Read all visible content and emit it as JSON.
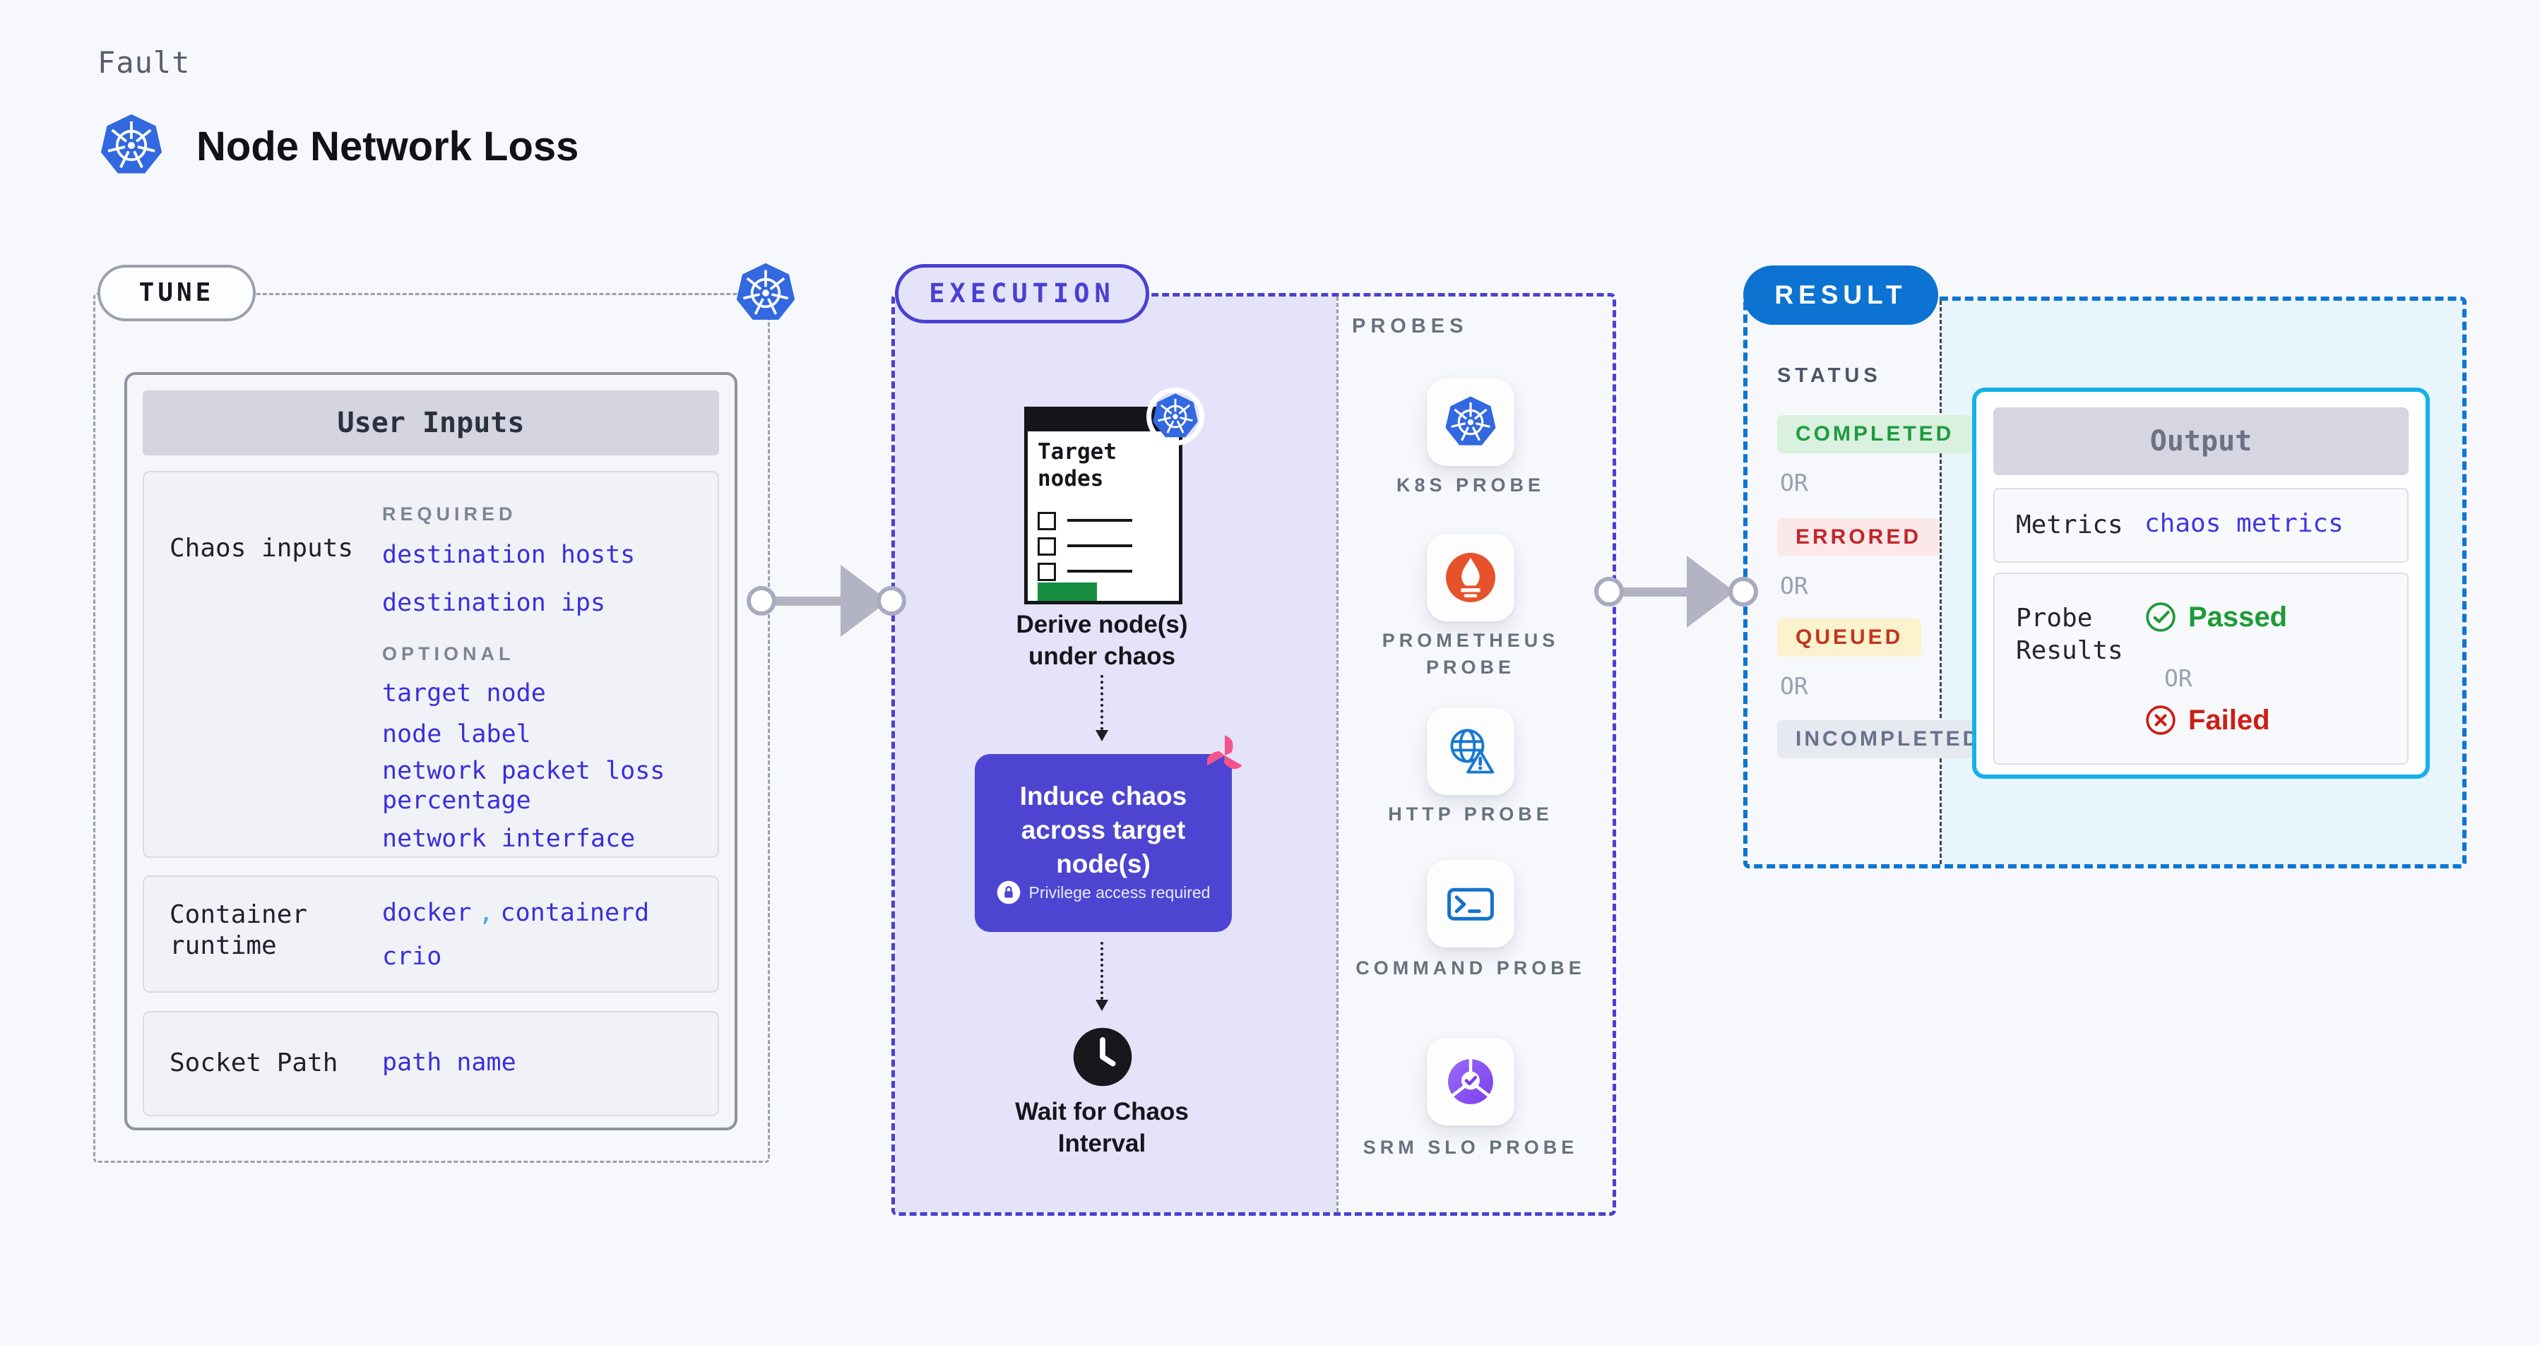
{
  "header": {
    "kicker": "Fault",
    "title": "Node Network Loss",
    "logo_icon": "kubernetes-icon"
  },
  "tune": {
    "badge": "TUNE",
    "corner_icon": "kubernetes-icon",
    "user_inputs": {
      "title": "User Inputs",
      "chaos": {
        "label": "Chaos inputs",
        "required_label": "REQUIRED",
        "required": [
          "destination hosts",
          "destination ips"
        ],
        "optional_label": "OPTIONAL",
        "optional": [
          "target node",
          "node label",
          "network packet loss percentage",
          "network interface"
        ]
      },
      "runtime": {
        "label": "Container runtime",
        "value_1": "docker",
        "separator": ",",
        "value_2": "containerd",
        "value_3": "crio"
      },
      "socket": {
        "label": "Socket Path",
        "value": "path name"
      }
    }
  },
  "execution": {
    "badge": "EXECUTION",
    "target_nodes_title": "Target nodes",
    "target_nodes_icon": "kubernetes-icon",
    "derive_label": "Derive node(s) under chaos",
    "induce_title": "Induce chaos across target node(s)",
    "induce_note": "Privilege access required",
    "induce_note_icon": "lock-icon",
    "induce_corner_icon": "litmus-pinwheel-icon",
    "wait_icon": "clock-icon",
    "wait_label": "Wait for Chaos Interval"
  },
  "probes": {
    "title": "PROBES",
    "items": [
      {
        "label": "K8S PROBE",
        "icon": "kubernetes-icon"
      },
      {
        "label": "PROMETHEUS PROBE",
        "icon": "prometheus-icon"
      },
      {
        "label": "HTTP PROBE",
        "icon": "globe-warning-icon"
      },
      {
        "label": "COMMAND PROBE",
        "icon": "terminal-icon"
      },
      {
        "label": "SRM SLO PROBE",
        "icon": "slo-pie-check-icon"
      }
    ]
  },
  "result": {
    "badge": "RESULT",
    "status_title": "STATUS",
    "or_label": "OR",
    "statuses": [
      {
        "label": "COMPLETED",
        "fg": "#1e9a3e",
        "bg": "#d9f1de"
      },
      {
        "label": "ERRORED",
        "fg": "#c2262b",
        "bg": "#fbe9e9"
      },
      {
        "label": "QUEUED",
        "fg": "#c03622",
        "bg": "#fcf2cd"
      },
      {
        "label": "INCOMPLETED",
        "fg": "#67738a",
        "bg": "#e7e9f0"
      }
    ],
    "output": {
      "title": "Output",
      "metrics_label": "Metrics",
      "metrics_value": "chaos metrics",
      "probe_results_label": "Probe Results",
      "passed_label": "Passed",
      "passed_icon": "check-circle-icon",
      "failed_label": "Failed",
      "failed_icon": "x-circle-icon"
    }
  },
  "colors": {
    "page_bg": "#f7f8fc",
    "indigo_accent": "#4a40d0",
    "lavender_bg": "#e4e3fa",
    "link_blue": "#3a2edd",
    "comma_blue": "#4e9df2",
    "result_blue": "#0c73d2",
    "output_border_cyan": "#14b2e8",
    "cyan_bg": "#e8f5fc",
    "induce_box": "#4d45d2",
    "litmus_pink": "#f4548c",
    "kubernetes_blue": "#3268e0",
    "prometheus_orange": "#e6522c",
    "passed_green": "#1d9b36",
    "failed_red": "#ce1d13",
    "target_green_bar": "#168f42"
  }
}
